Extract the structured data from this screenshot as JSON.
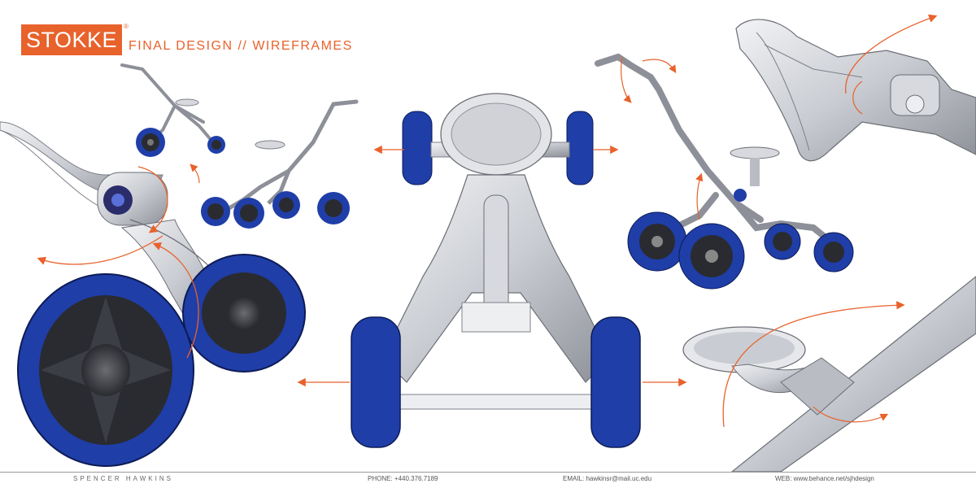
{
  "header": {
    "logo": "STOKKE",
    "registered_mark": "®",
    "title": "FINAL DESIGN // WIREFRAMES"
  },
  "footer": {
    "designer": "SPENCER HAWKINS",
    "phone": "PHONE: +440.376.7189",
    "email": "EMAIL: hawkinsr@mail.uc.edu",
    "web": "WEB: www.behance.net/sjhdesign"
  },
  "colors": {
    "accent": "#e8622c",
    "wheel_blue": "#1f3ea8",
    "frame_grey": "#c9ccd2"
  }
}
